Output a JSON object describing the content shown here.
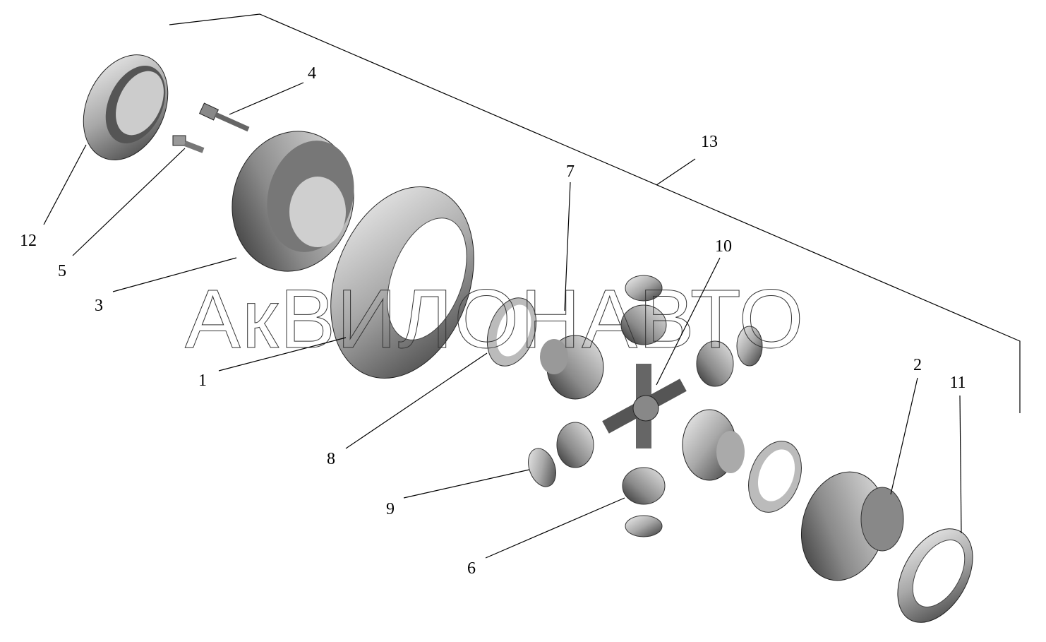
{
  "watermark": "АкВИЛОНАВТО",
  "callouts": {
    "c1": "1",
    "c2": "2",
    "c3": "3",
    "c4": "4",
    "c5": "5",
    "c6": "6",
    "c7": "7",
    "c8": "8",
    "c9": "9",
    "c10": "10",
    "c11": "11",
    "c12": "12",
    "c13": "13"
  }
}
